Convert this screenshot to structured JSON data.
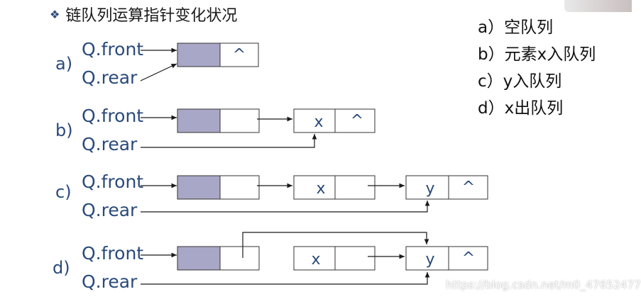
{
  "header": {
    "bullet": "❖",
    "title": "链队列运算指针变化状况"
  },
  "legend": [
    {
      "label": "a）空队列"
    },
    {
      "label": "b）元素x入队列"
    },
    {
      "label": "c）y入队列"
    },
    {
      "label": "d）x出队列"
    }
  ],
  "diagram": {
    "front_label": "Q.front",
    "rear_label": "Q.rear",
    "null_symbol": "^",
    "cases": [
      {
        "label": "a)",
        "values": []
      },
      {
        "label": "b)",
        "values": [
          "x"
        ]
      },
      {
        "label": "c)",
        "values": [
          "x",
          "y"
        ]
      },
      {
        "label": "d)",
        "values": [
          "x",
          "y"
        ]
      }
    ]
  },
  "colors": {
    "head_fill": "#a9a7c7",
    "ink": "#2a4a7a",
    "line": "#1a1a1a"
  },
  "watermark": "https://blog.csdn.net/m0_47652477"
}
